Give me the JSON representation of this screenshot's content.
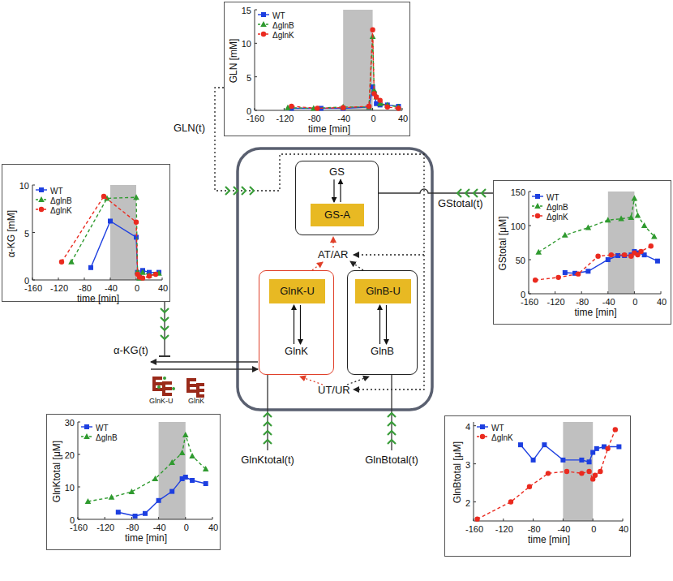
{
  "diagram": {
    "nodes": [
      {
        "text": [
          "GLN [mM]",
          "0",
          "5",
          "10",
          "15",
          "-160",
          "-120",
          "-80",
          "-40",
          "0",
          "40",
          "time [min]",
          "WT",
          "ΔglnB",
          "ΔglnK"
        ]
      },
      {
        "text": [
          "α-KG [mM]",
          "0",
          "5",
          "10",
          "-160",
          "-120",
          "-80",
          "-40",
          "0",
          "40",
          "time [min]",
          "WT",
          "ΔglnB",
          "ΔglnK"
        ]
      },
      {
        "text": [
          "GStotal [μM]",
          "0",
          "50",
          "100",
          "150",
          "-160",
          "-120",
          "-80",
          "-40",
          "0",
          "40",
          "time [min]",
          "WT",
          "ΔglnB",
          "ΔglnK"
        ]
      },
      {
        "text": [
          "GlnKtotal [μM]",
          "0",
          "10",
          "20",
          "30",
          "-160",
          "-120",
          "-80",
          "-40",
          "0",
          "40",
          "time [min]",
          "WT",
          "ΔglnB"
        ]
      },
      {
        "text": [
          "GlnBtotal [μM]",
          "2",
          "3",
          "4",
          "-160",
          "-120",
          "-80",
          "-40",
          "0",
          "40",
          "time [min]",
          "WT",
          "ΔglnK"
        ]
      },
      {
        "text": [
          "GS"
        ]
      },
      {
        "text": [
          "GS-A"
        ],
        "in": 5
      },
      {
        "text": [
          "GlnK"
        ]
      },
      {
        "text": [
          "GlnK-U"
        ],
        "in": 7
      },
      {
        "text": [
          "GlnB"
        ]
      },
      {
        "text": [
          "GlnB-U"
        ],
        "in": 9
      }
    ],
    "edges": [
      {
        "from": 5,
        "to": 6,
        "arrow": "to"
      },
      {
        "from": 6,
        "to": 5,
        "arrow": "to"
      },
      {
        "from": 8,
        "to": 7,
        "arrow": "to"
      },
      {
        "from": 7,
        "to": 8,
        "arrow": "to"
      },
      {
        "from": 10,
        "to": 9,
        "arrow": "to"
      },
      {
        "from": 9,
        "to": 10,
        "arrow": "to"
      }
    ],
    "labels": [
      "GLN(t)",
      "GStotal(t)",
      "α-KG(t)",
      "AT/AR",
      "GlnK-U",
      "GlnK",
      "UT/UR",
      "GlnKtotal(t)",
      "GlnBtotal(t)"
    ]
  }
}
